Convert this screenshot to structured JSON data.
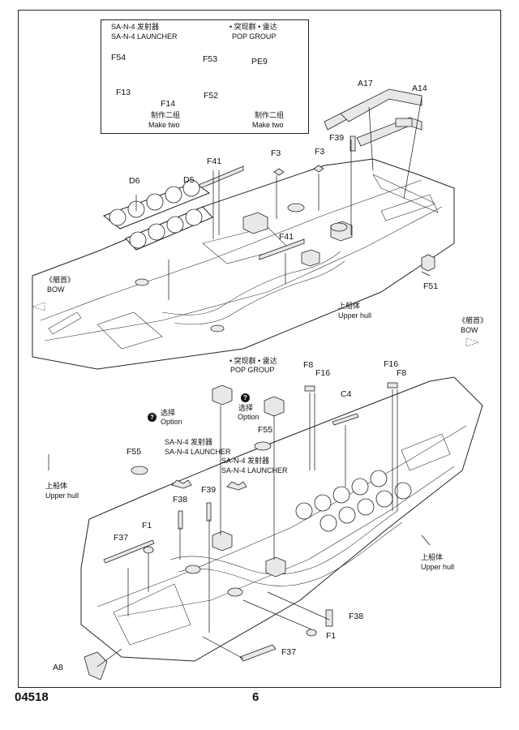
{
  "inset": {
    "launcher_zh": "SA-N-4 发射器",
    "launcher_en": "SA-N-4 LAUNCHER",
    "pop_zh": "• 突现群 • 雷达",
    "pop_en": "POP GROUP",
    "make_two_zh_1": "制作二组",
    "make_two_en_1": "Make two",
    "make_two_zh_2": "制作二组",
    "make_two_en_2": "Make two",
    "parts": {
      "f54": "F54",
      "f13": "F13",
      "f14": "F14",
      "f53": "F53",
      "pe9": "PE9",
      "f52": "F52"
    }
  },
  "top": {
    "parts": {
      "a17": "A17",
      "a14": "A14",
      "f39": "F39",
      "f3a": "F3",
      "f3b": "F3",
      "f41a": "F41",
      "f41b": "F41",
      "d6": "D6",
      "d5": "D5",
      "f51": "F51"
    },
    "bow_zh": "《艏首》",
    "bow_en": "BOW",
    "upper_hull_zh": "上船体",
    "upper_hull_en": "Upper hull"
  },
  "bottom": {
    "bow_zh": "《艏首》",
    "bow_en": "BOW",
    "pop_zh": "• 突现群 • 雷达",
    "pop_en": "POP GROUP",
    "option_zh_1": "选择",
    "option_en_1": "Option",
    "option_zh_2": "选择",
    "option_en_2": "Option",
    "launcher_zh_1": "SA-N-4 发射器",
    "launcher_en_1": "SA-N-4 LAUNCHER",
    "launcher_zh_2": "SA-N-4 发射器",
    "launcher_en_2": "SA-N-4 LAUNCHER",
    "upper_hull_zh_left": "上船体",
    "upper_hull_en_left": "Upper hull",
    "upper_hull_zh_right": "上船体",
    "upper_hull_en_right": "Upper hull",
    "parts": {
      "f8a": "F8",
      "f16a": "F16",
      "f16b": "F16",
      "f8b": "F8",
      "c4": "C4",
      "f55a": "F55",
      "f55b": "F55",
      "f38a": "F38",
      "f39": "F39",
      "f37a": "F37",
      "f1a": "F1",
      "f38b": "F38",
      "f1b": "F1",
      "f37b": "F37",
      "a8": "A8"
    }
  },
  "footer": {
    "code": "04518",
    "page": "6"
  }
}
